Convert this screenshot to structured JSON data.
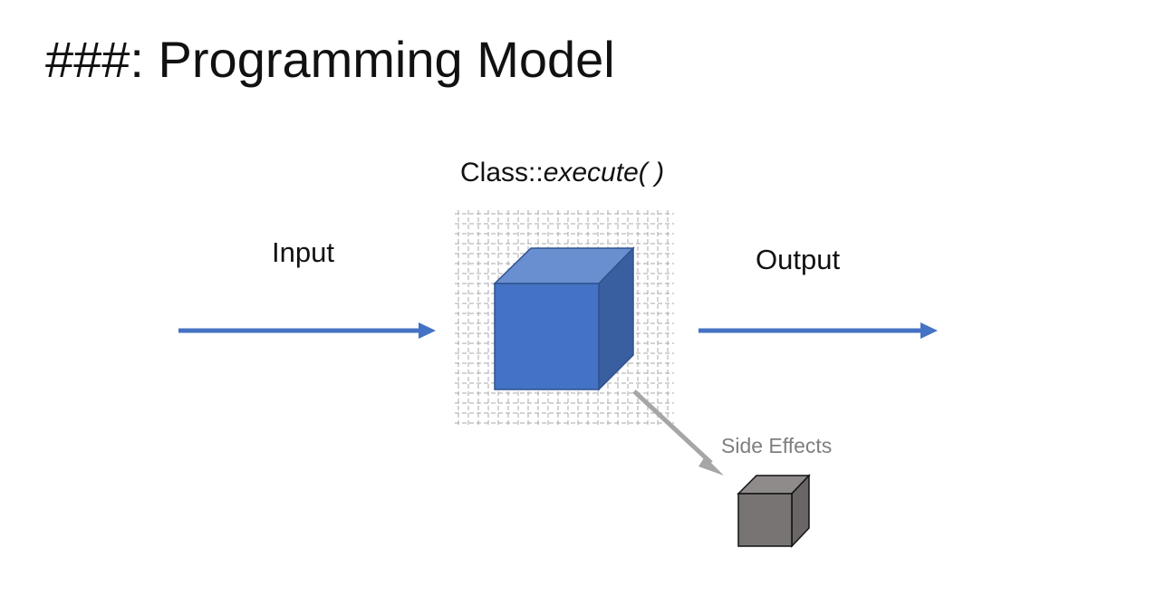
{
  "slide": {
    "title": "###: Programming Model"
  },
  "diagram": {
    "method_label": {
      "prefix": "Class::",
      "method": "execute( )"
    },
    "input_label": "Input",
    "output_label": "Output",
    "side_effects_label": "Side Effects"
  },
  "colors": {
    "arrow_blue": "#4472c4",
    "cube_front": "#4472c4",
    "cube_top": "#6a8fd0",
    "cube_side": "#3a5fa0",
    "grid": "#aaaaaa",
    "side_arrow": "#a6a6a6",
    "small_cube_front": "#787474",
    "small_cube_top": "#8f8b8b",
    "small_cube_side": "#6a6666"
  }
}
